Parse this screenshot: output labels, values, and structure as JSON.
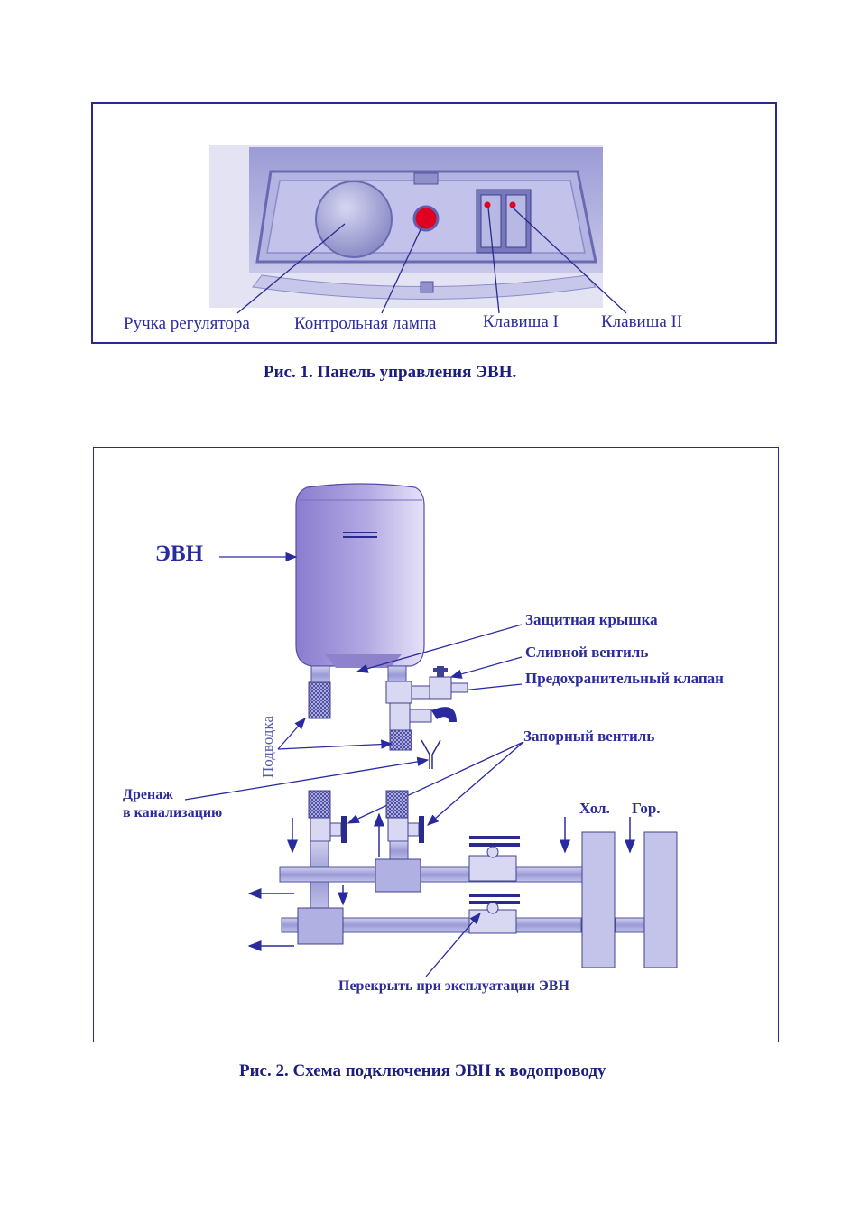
{
  "figure1": {
    "labels": {
      "knob": "Ручка регулятора",
      "lamp": "Контрольная лампа",
      "key1": "Клавиша I",
      "key2": "Клавиша II"
    },
    "caption": "Рис. 1.   Панель управления ЭВН."
  },
  "figure2": {
    "labels": {
      "heater": "ЭВН",
      "cover": "Защитная крышка",
      "drain_valve": "Сливной вентиль",
      "safety_valve": "Предохранительный клапан",
      "supply": "Подводка",
      "shutoff_valve": "Запорный вентиль",
      "drain_line1": "Дренаж",
      "drain_line2": "в канализацию",
      "cold": "Хол.",
      "hot": "Гор.",
      "close_note": "Перекрыть при эксплуатации ЭВН"
    },
    "caption": "Рис. 2.  Схема подключения ЭВН к водопроводу"
  },
  "colors": {
    "frame": "#2a2a8c",
    "device": "#b3b3e0",
    "device_dark": "#8a8ad0",
    "lamp": "#e00020",
    "text": "#2b2b9a"
  }
}
